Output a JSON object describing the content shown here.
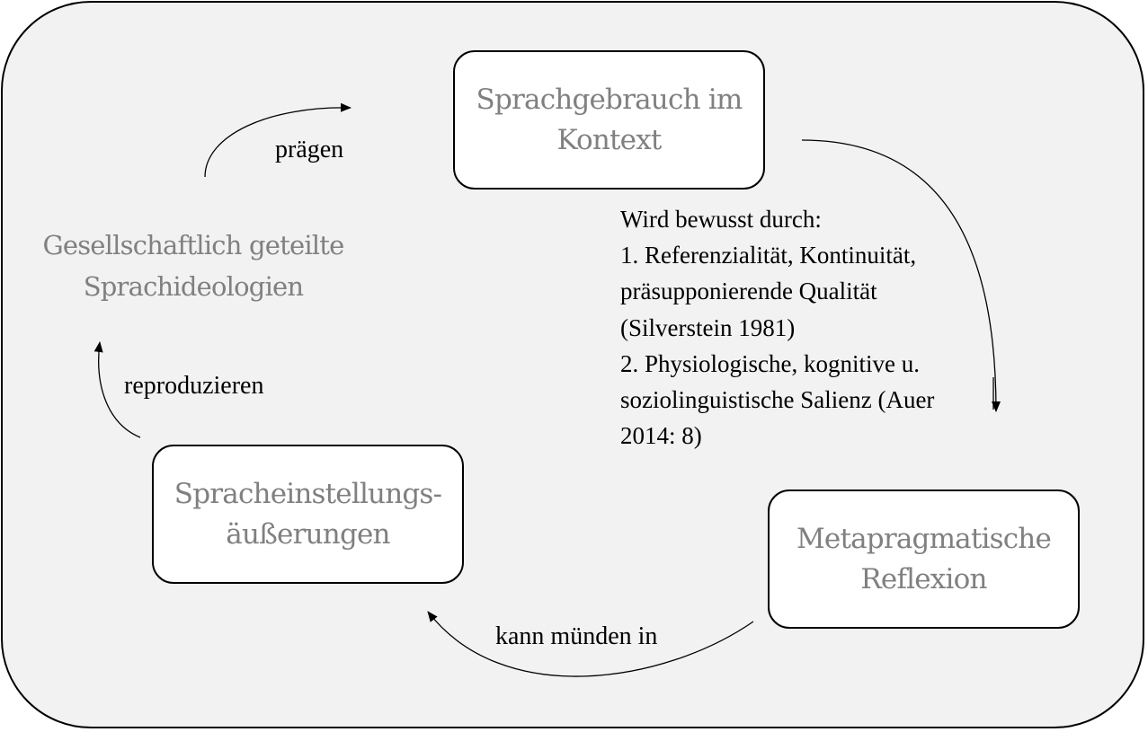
{
  "nodes": {
    "sprachgebrauch": "Sprachgebrauch im\nKontext",
    "metapragmatik": "Metapragmatische\nReflexion",
    "spracheinstellung": "Spracheinstellungs-\näußerungen",
    "ideologien": "Gesellschaftlich geteilte\nSprachideologien"
  },
  "edges": {
    "praegen": "prägen",
    "kann_muenden": "kann münden in",
    "reproduzieren": "reproduzieren"
  },
  "note": {
    "lines": [
      "Wird bewusst durch:",
      "1. Referenzialität, Kontinuität,",
      "präsupponierende Qualität",
      "(Silverstein 1981)",
      "2. Physiologische, kognitive u.",
      "soziolinguistische Salienz (Auer",
      "2014: 8)"
    ]
  },
  "colors": {
    "background": "#f2f2f2",
    "node_text": "#808080",
    "border": "#000000"
  }
}
